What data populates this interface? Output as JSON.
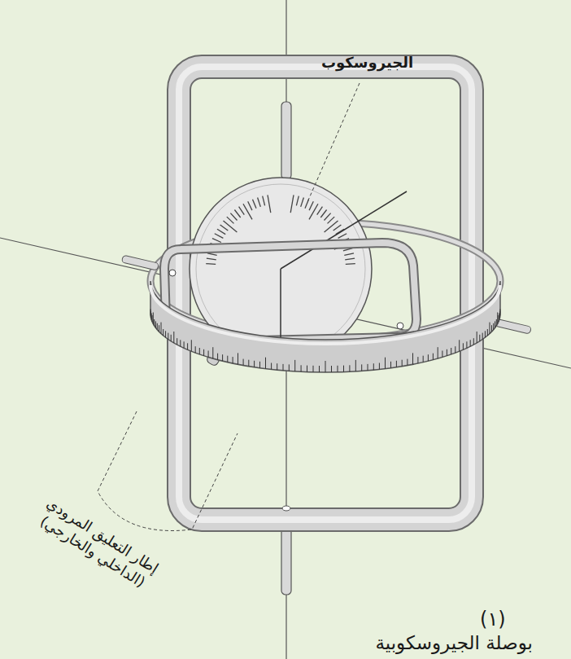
{
  "diagram": {
    "caption": "بوصلة الجيروسكوبية",
    "labels": [
      "الجيروسكوب",
      "إطار التعليق المرودي (الداخلي والخارجي)",
      "(١)"
    ]
  }
}
